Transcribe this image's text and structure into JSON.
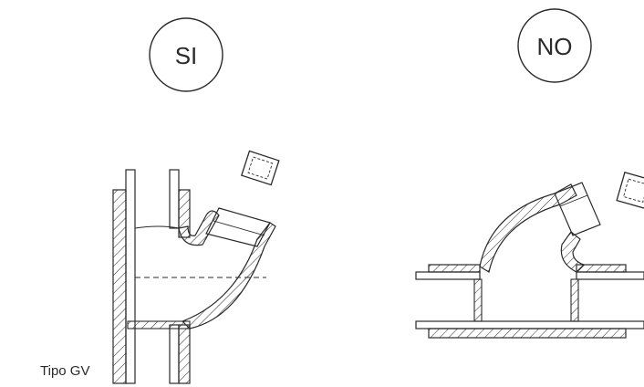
{
  "badges": {
    "yes": "SI",
    "no": "NO"
  },
  "caption": "Tipo GV",
  "colors": {
    "ink": "#2a2a2a",
    "paper": "#ffffff"
  }
}
